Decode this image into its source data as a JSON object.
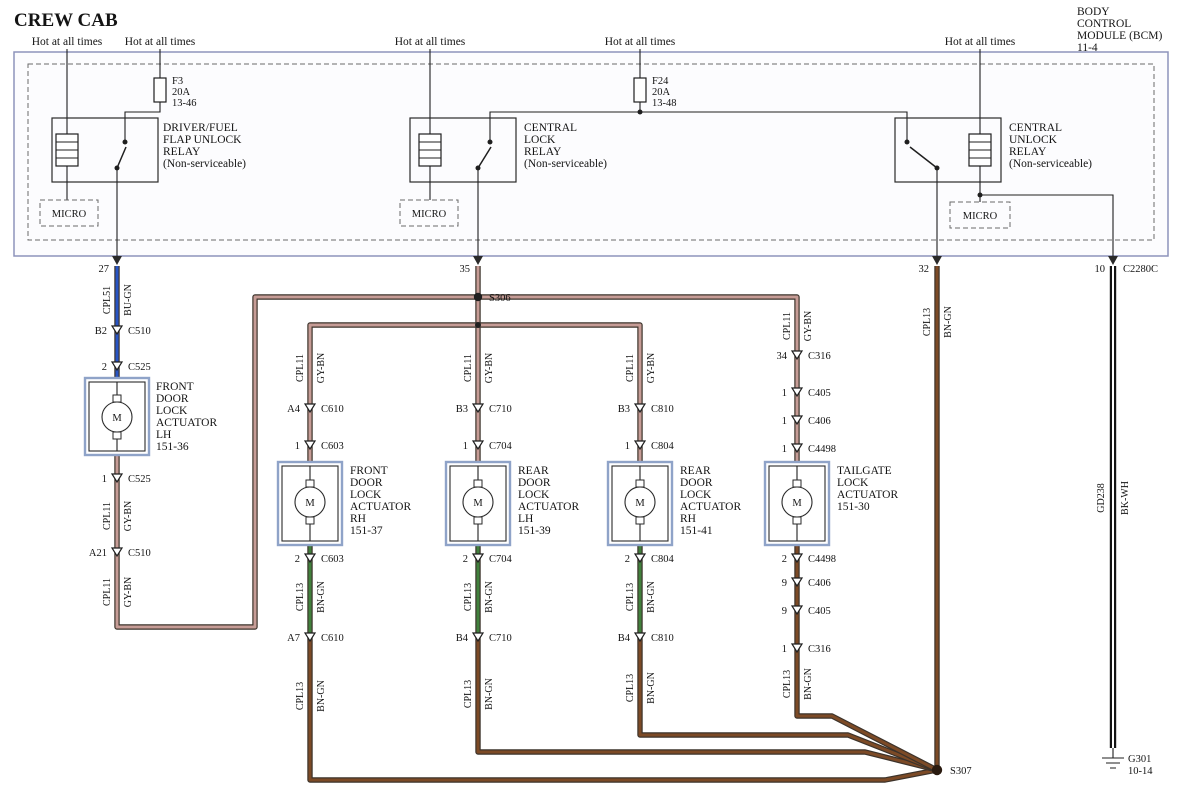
{
  "title": "CREW CAB",
  "colors": {
    "bu_gn": "#2855c4",
    "gy_bn": "#c69c96",
    "bn_gn": "#7c4a26",
    "bn_gn_stripe": "#41803c",
    "bk_wh": "#141414",
    "bk_wh_stripe": "#ffffff",
    "outline": "#3c332b"
  },
  "bcm_title": [
    "BODY",
    "CONTROL",
    "MODULE (BCM)",
    "11-4"
  ],
  "hot_labels": [
    "Hot at all times",
    "Hot at all times",
    "Hot at all times",
    "Hot at all times",
    "Hot at all times"
  ],
  "fuses": [
    [
      "F3",
      "20A",
      "13-46"
    ],
    [
      "F24",
      "20A",
      "13-48"
    ]
  ],
  "relays": [
    [
      "DRIVER/FUEL",
      "FLAP UNLOCK",
      "RELAY",
      "(Non-serviceable)"
    ],
    [
      "CENTRAL",
      "LOCK",
      "RELAY",
      "(Non-serviceable)"
    ],
    [
      "CENTRAL",
      "UNLOCK",
      "RELAY",
      "(Non-serviceable)"
    ]
  ],
  "micro": [
    "MICRO",
    "MICRO",
    "MICRO"
  ],
  "pins": {
    "p27": "27",
    "p35": "35",
    "p32": "32",
    "p10": "10",
    "p10_conn": "C2280C"
  },
  "splices": {
    "s306": "S306",
    "s307": "S307"
  },
  "ground": {
    "name": "G301",
    "page": "10-14",
    "circuit": "GD238",
    "color_code": "BK-WH"
  },
  "wire_labels": {
    "pin27": {
      "circuit": "CPL51",
      "color": "BU-GN"
    },
    "gy": {
      "circuit": "CPL11",
      "color": "GY-BN"
    },
    "bn": {
      "circuit": "CPL13",
      "color": "BN-GN"
    }
  },
  "connectors": {
    "left": [
      {
        "pin": "B2",
        "name": "C510"
      },
      {
        "pin": "2",
        "name": "C525"
      },
      {
        "pin": "1",
        "name": "C525"
      },
      {
        "pin": "A21",
        "name": "C510"
      }
    ],
    "front_rh": [
      {
        "pin": "A4",
        "name": "C610"
      },
      {
        "pin": "1",
        "name": "C603"
      },
      {
        "pin": "2",
        "name": "C603"
      },
      {
        "pin": "A7",
        "name": "C610"
      }
    ],
    "rear_lh": [
      {
        "pin": "B3",
        "name": "C710"
      },
      {
        "pin": "1",
        "name": "C704"
      },
      {
        "pin": "2",
        "name": "C704"
      },
      {
        "pin": "B4",
        "name": "C710"
      }
    ],
    "rear_rh": [
      {
        "pin": "B3",
        "name": "C810"
      },
      {
        "pin": "1",
        "name": "C804"
      },
      {
        "pin": "2",
        "name": "C804"
      },
      {
        "pin": "B4",
        "name": "C810"
      }
    ],
    "tailgate": [
      {
        "pin": "34",
        "name": "C316"
      },
      {
        "pin": "1",
        "name": "C405"
      },
      {
        "pin": "1",
        "name": "C406"
      },
      {
        "pin": "1",
        "name": "C4498"
      },
      {
        "pin": "2",
        "name": "C4498"
      },
      {
        "pin": "9",
        "name": "C406"
      },
      {
        "pin": "9",
        "name": "C405"
      },
      {
        "pin": "1",
        "name": "C316"
      }
    ]
  },
  "actuators": [
    {
      "lines": [
        "FRONT",
        "DOOR",
        "LOCK",
        "ACTUATOR",
        "LH",
        "151-36"
      ],
      "motor": "M"
    },
    {
      "lines": [
        "FRONT",
        "DOOR",
        "LOCK",
        "ACTUATOR",
        "RH",
        "151-37"
      ],
      "motor": "M"
    },
    {
      "lines": [
        "REAR",
        "DOOR",
        "LOCK",
        "ACTUATOR",
        "LH",
        "151-39"
      ],
      "motor": "M"
    },
    {
      "lines": [
        "REAR",
        "DOOR",
        "LOCK",
        "ACTUATOR",
        "RH",
        "151-41"
      ],
      "motor": "M"
    },
    {
      "lines": [
        "TAILGATE",
        "LOCK",
        "ACTUATOR",
        "151-30"
      ],
      "motor": "M"
    }
  ]
}
